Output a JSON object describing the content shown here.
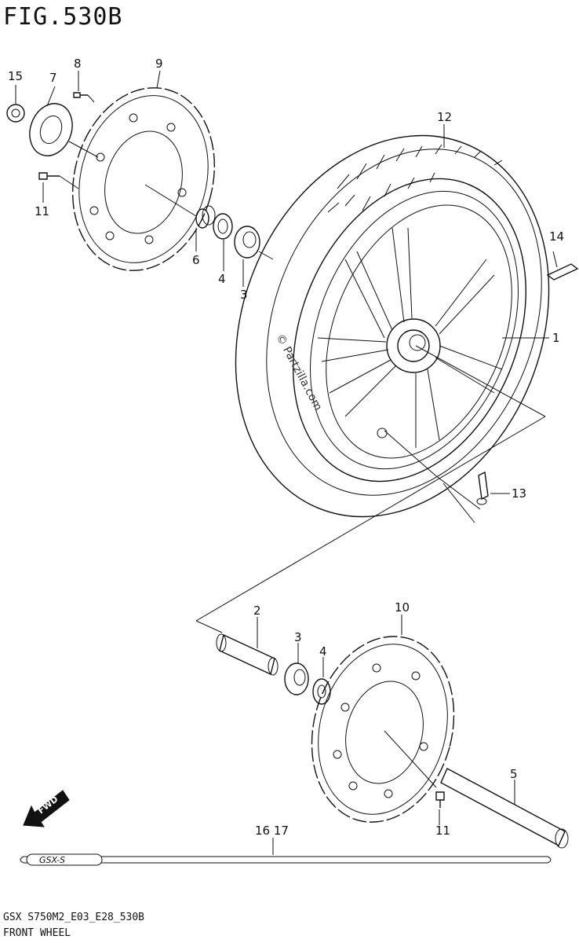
{
  "header": {
    "figure_title": "FIG.530B"
  },
  "footer": {
    "code": "GSX  S750M2_E03_E28_530B",
    "caption": "FRONT WHEEL"
  },
  "watermark": "© Partzilla.com",
  "fwd_label": "FWD",
  "model_badge": "GSX-S",
  "callouts": {
    "c1": "1",
    "c2": "2",
    "c3a": "3",
    "c3b": "3",
    "c4a": "4",
    "c4b": "4",
    "c5": "5",
    "c6": "6",
    "c7": "7",
    "c8": "8",
    "c9": "9",
    "c10": "10",
    "c11a": "11",
    "c11b": "11",
    "c12": "12",
    "c13": "13",
    "c14": "14",
    "c15": "15",
    "c16_17": "16  17"
  }
}
